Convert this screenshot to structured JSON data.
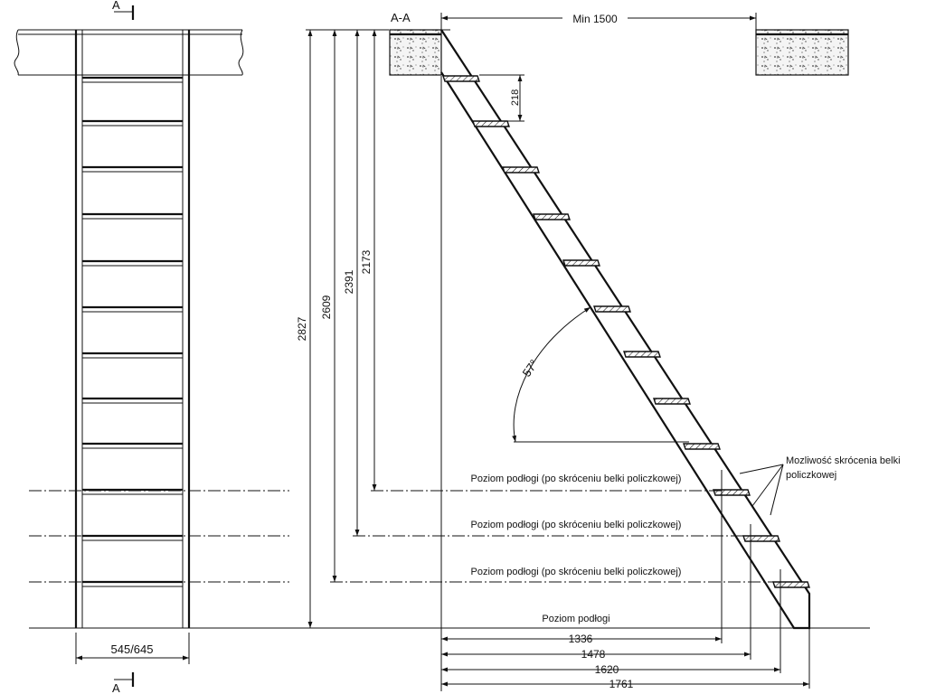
{
  "section_marks": {
    "top": "A",
    "bottom": "A",
    "section_title": "A-A"
  },
  "dimensions": {
    "width_label": "545/645",
    "min_clearance": "Min 1500",
    "step_rise": "218",
    "heights": [
      "2827",
      "2609",
      "2391",
      "2173"
    ],
    "horizontal": [
      "1336",
      "1478",
      "1620",
      "1761"
    ],
    "angle": "57°"
  },
  "labels": {
    "floor_after_cut": "Poziom podłogi (po skróceniu belki policzkowej)",
    "floor_level": "Poziom podłogi",
    "note_line1": "Mozliwość skrócenia belki",
    "note_line2": "policzkowej"
  },
  "colors": {
    "line": "#111111",
    "background": "#ffffff",
    "hatch_fill": "#f2f2f2"
  }
}
